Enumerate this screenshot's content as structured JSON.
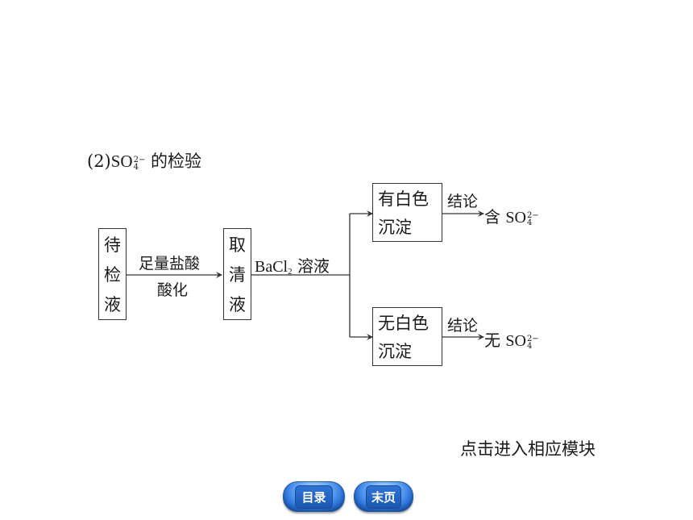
{
  "title": {
    "prefix": "(2)",
    "formula": "SO",
    "charge": "2−",
    "subscript": "4",
    "suffix": " 的检验"
  },
  "nodes": {
    "sample": [
      "待",
      "检",
      "液"
    ],
    "supernatant": [
      "取",
      "清",
      "液"
    ],
    "white_precipitate": [
      "有白色",
      "沉淀"
    ],
    "no_precipitate": [
      "无白色",
      "沉淀"
    ]
  },
  "edges": {
    "acidify_top": "足量盐酸",
    "acidify_bottom": "酸化",
    "reagent_formula": "BaCl",
    "reagent_sub": "2",
    "reagent_name": " 溶液",
    "conclusion_label": "结论",
    "result_yes_prefix": "含 ",
    "result_no_prefix": "无 ",
    "result_formula": "SO",
    "result_charge": "2−",
    "result_subscript": "4"
  },
  "hint": "点击进入相应模块",
  "nav": {
    "toc_label": "目录",
    "last_page_label": "末页"
  }
}
